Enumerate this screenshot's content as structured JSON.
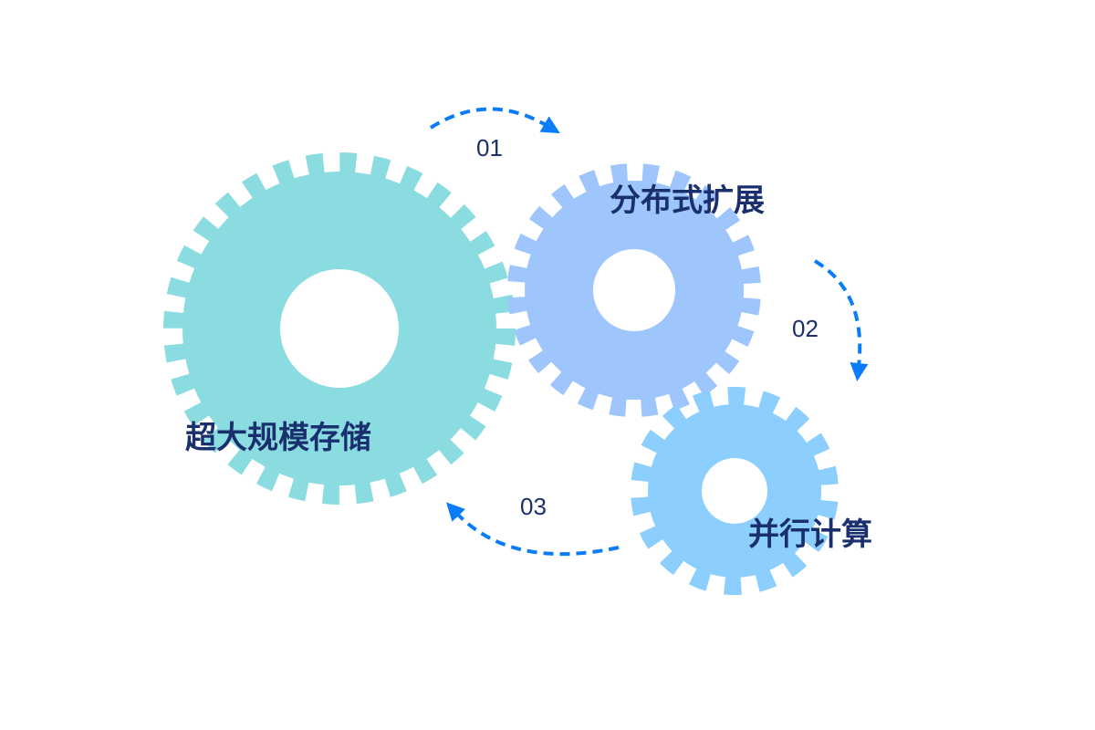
{
  "gears": [
    {
      "label": "超大规模存储",
      "color": "#8adce0"
    },
    {
      "label": "分布式扩展",
      "color": "#9ec6fd"
    },
    {
      "label": "并行计算",
      "color": "#8ccefd"
    }
  ],
  "steps": [
    "01",
    "02",
    "03"
  ],
  "colors": {
    "text": "#1a2f6e",
    "arrow": "#0a7cf7"
  }
}
